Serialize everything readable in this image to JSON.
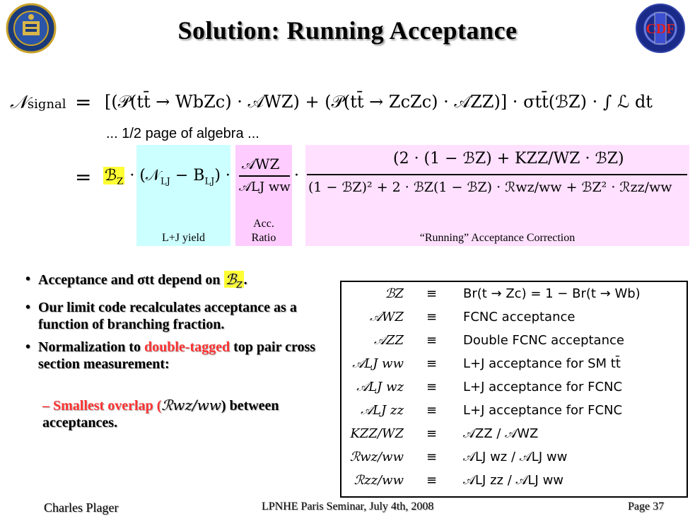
{
  "slide": {
    "title": "Solution:  Running Acceptance",
    "logos": {
      "left": "uc-seal-logo",
      "right": "cdf-logo"
    }
  },
  "equation": {
    "lhs": "𝒩signal",
    "line1": "[(𝒫(tt̄ → WbZc) · 𝒜WZ) + (𝒫(tt̄ → ZcZc) · 𝒜ZZ)] · σtt̄(ℬZ) · ∫ ℒ dt",
    "algebra_note": "... 1/2 page of algebra ...",
    "line2_prefix": "ℬZ · (𝒩LJ − BLJ) ·",
    "acc_ratio_num": "𝒜WZ",
    "acc_ratio_den": "𝒜LJ ww",
    "running_num": "(2 · (1 − ℬZ) + KZZ/WZ · ℬZ)",
    "running_den": "(1 − ℬZ)² + 2 · ℬZ(1 − ℬZ) · ℛwz/ww + ℬZ² · ℛzz/ww",
    "panel_labels": {
      "yield": "L+J yield",
      "ratio_line1": "Acc.",
      "ratio_line2": "Ratio",
      "running": "“Running” Acceptance Correction"
    }
  },
  "bullets": [
    {
      "text": "Acceptance and σtt depend on"
    },
    {
      "text": "Our limit code recalculates acceptance as a function of branching fraction."
    },
    {
      "text_before": "Normalization to ",
      "highlight": "double-tagged",
      "text_after": " top pair cross section measurement:"
    }
  ],
  "sub_bullet": {
    "text_red": "Smallest overlap (",
    "symbol": "ℛwz/ww",
    "text_after": ") between acceptances."
  },
  "definitions": [
    {
      "symbol": "ℬZ",
      "definition": "Br(t → Zc) = 1 − Br(t → Wb)"
    },
    {
      "symbol": "𝒜WZ",
      "definition": "FCNC acceptance"
    },
    {
      "symbol": "𝒜ZZ",
      "definition": "Double FCNC acceptance"
    },
    {
      "symbol": "𝒜LJ ww",
      "definition": "L+J acceptance for SM tt̄"
    },
    {
      "symbol": "𝒜LJ wz",
      "definition": "L+J acceptance for FCNC"
    },
    {
      "symbol": "𝒜LJ zz",
      "definition": "L+J acceptance for FCNC"
    },
    {
      "symbol": "KZZ/WZ",
      "definition": "𝒜ZZ / 𝒜WZ"
    },
    {
      "symbol": "ℛwz/ww",
      "definition": "𝒜LJ wz / 𝒜LJ ww"
    },
    {
      "symbol": "ℛzz/ww",
      "definition": "𝒜LJ zz / 𝒜LJ ww"
    }
  ],
  "equiv_symbol": "≡",
  "footer": {
    "author": "Charles Plager",
    "event": "LPNHE Paris Seminar, July 4th, 2008",
    "page": "Page 37"
  },
  "colors": {
    "highlight": "#ffff33",
    "yield_panel": "#ccffff",
    "ratio_panel": "#ffccff",
    "running_panel": "#ffe0ff",
    "red_text": "#ff3333"
  }
}
